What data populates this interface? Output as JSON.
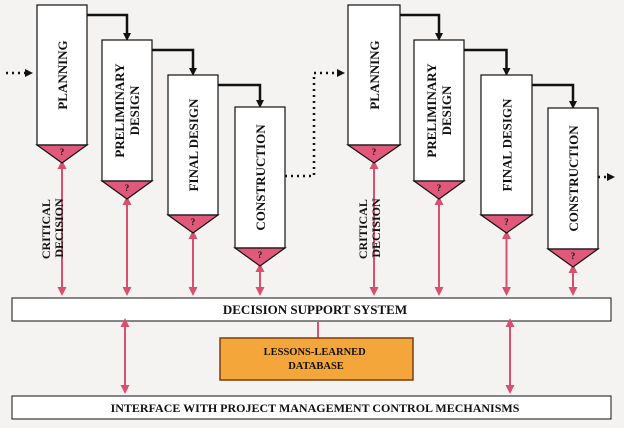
{
  "colors": {
    "background": "#f4f3f1",
    "box_fill": "#ffffff",
    "stroke": "#111111",
    "decision_triangle": "#e0587a",
    "arrow_pink": "#d9506e",
    "database_fill": "#f5a63a",
    "database_stroke": "#7a3f10"
  },
  "phases": [
    "PLANNING",
    "PRELIMINARY DESIGN",
    "FINAL DESIGN",
    "CONSTRUCTION"
  ],
  "cycles": [
    {
      "stages": [
        {
          "label": "PLANNING",
          "lines": [
            "PLANNING"
          ],
          "marker": "?"
        },
        {
          "label": "PRELIMINARY DESIGN",
          "lines": [
            "PRELIMINARY",
            "DESIGN"
          ],
          "marker": "?"
        },
        {
          "label": "FINAL DESIGN",
          "lines": [
            "FINAL DESIGN"
          ],
          "marker": "?"
        },
        {
          "label": "CONSTRUCTION",
          "lines": [
            "CONSTRUCTION"
          ],
          "marker": "?"
        }
      ],
      "critical_decision": [
        "CRITICAL",
        "DECISION"
      ]
    },
    {
      "stages": [
        {
          "label": "PLANNING",
          "lines": [
            "PLANNING"
          ],
          "marker": "?"
        },
        {
          "label": "PRELIMINARY DESIGN",
          "lines": [
            "PRELIMINARY",
            "DESIGN"
          ],
          "marker": "?"
        },
        {
          "label": "FINAL DESIGN",
          "lines": [
            "FINAL DESIGN"
          ],
          "marker": "?"
        },
        {
          "label": "CONSTRUCTION",
          "lines": [
            "CONSTRUCTION"
          ],
          "marker": "?"
        }
      ],
      "critical_decision": [
        "CRITICAL",
        "DECISION"
      ]
    }
  ],
  "decision_support_system": "DECISION SUPPORT SYSTEM",
  "lessons_learned_database": [
    "LESSONS-LEARNED",
    "DATABASE"
  ],
  "interface_bar": "INTERFACE WITH PROJECT MANAGEMENT CONTROL MECHANISMS"
}
